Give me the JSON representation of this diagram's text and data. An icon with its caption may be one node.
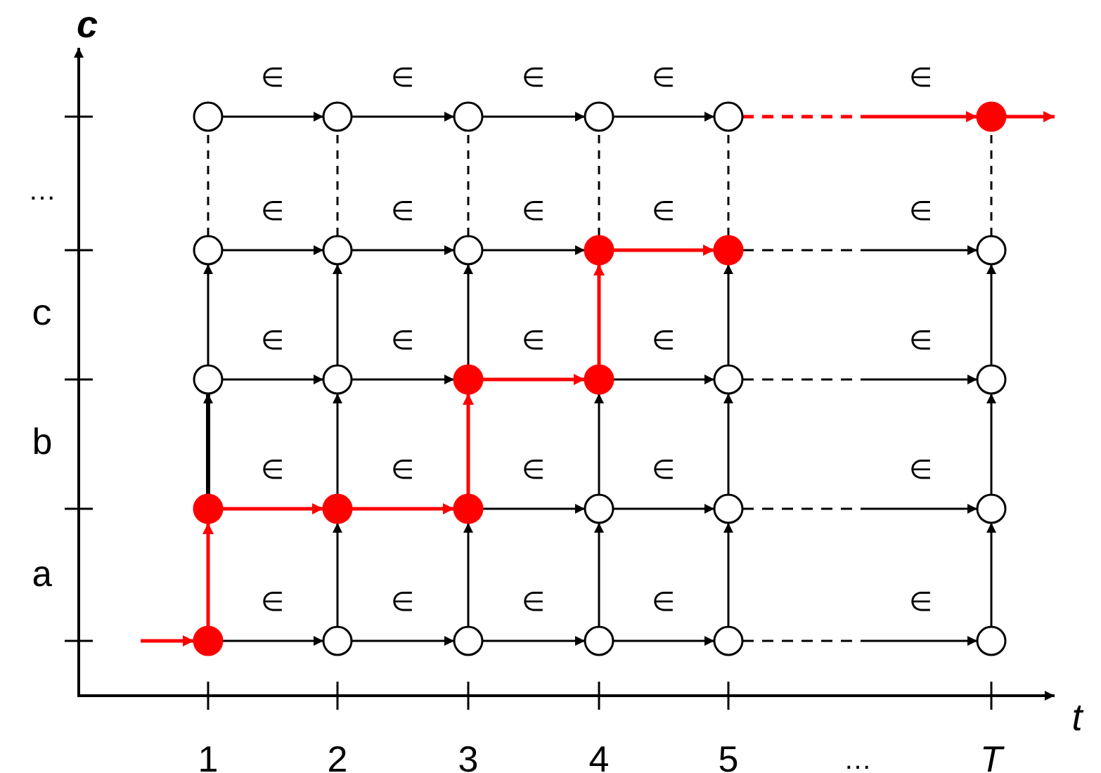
{
  "diagram": {
    "nodes": [
      {
        "text": [],
        "shape": "circle"
      },
      {
        "text": [],
        "shape": "circle"
      },
      {
        "text": [],
        "shape": "circle"
      },
      {
        "text": [],
        "shape": "circle"
      },
      {
        "text": [],
        "shape": "circle"
      },
      {
        "text": [],
        "shape": "circle"
      },
      {
        "text": [],
        "shape": "circle"
      },
      {
        "text": [],
        "shape": "circle"
      },
      {
        "text": [],
        "shape": "circle"
      },
      {
        "text": [],
        "shape": "circle"
      },
      {
        "text": [],
        "shape": "circle"
      },
      {
        "text": [],
        "shape": "circle"
      },
      {
        "text": [],
        "shape": "circle"
      },
      {
        "text": [],
        "shape": "circle"
      },
      {
        "text": [],
        "shape": "circle"
      },
      {
        "text": [],
        "shape": "circle"
      },
      {
        "text": [],
        "shape": "circle"
      },
      {
        "text": [],
        "shape": "circle"
      },
      {
        "text": [],
        "shape": "circle"
      },
      {
        "text": [],
        "shape": "circle"
      },
      {
        "text": [],
        "shape": "circle"
      },
      {
        "text": [],
        "shape": "circle"
      },
      {
        "text": [],
        "shape": "circle"
      },
      {
        "text": [],
        "shape": "circle"
      },
      {
        "text": [],
        "shape": "circle"
      },
      {
        "text": [],
        "shape": "circle"
      },
      {
        "text": [],
        "shape": "circle"
      },
      {
        "text": [],
        "shape": "circle"
      },
      {
        "text": [],
        "shape": "circle"
      },
      {
        "text": [],
        "shape": "circle"
      }
    ],
    "edges": [
      {
        "from": 0,
        "to": 1,
        "arrow": "to",
        "label": "∈"
      },
      {
        "from": 1,
        "to": 2,
        "arrow": "to",
        "label": "∈"
      },
      {
        "from": 2,
        "to": 3,
        "arrow": "to",
        "label": "∈"
      },
      {
        "from": 3,
        "to": 4,
        "arrow": "to",
        "label": "∈"
      },
      {
        "from": 4,
        "to": 5,
        "arrow": "to",
        "label": "∈",
        "style": "dashed",
        "color": "#ff0000"
      },
      {
        "from": 5,
        "to": null,
        "arrow": "to",
        "color": "#ff0000"
      },
      {
        "from": 6,
        "to": 7,
        "arrow": "to",
        "label": "∈"
      },
      {
        "from": 7,
        "to": 8,
        "arrow": "to",
        "label": "∈"
      },
      {
        "from": 8,
        "to": 9,
        "arrow": "to",
        "label": "∈"
      },
      {
        "from": 9,
        "to": 10,
        "arrow": "to",
        "label": "∈",
        "color": "#ff0000"
      },
      {
        "from": 10,
        "to": 11,
        "arrow": "to",
        "label": "∈",
        "style": "dashed"
      },
      {
        "from": 12,
        "to": 13,
        "arrow": "to",
        "label": "∈"
      },
      {
        "from": 13,
        "to": 14,
        "arrow": "to",
        "label": "∈"
      },
      {
        "from": 14,
        "to": 15,
        "arrow": "to",
        "label": "∈",
        "color": "#ff0000"
      },
      {
        "from": 15,
        "to": 16,
        "arrow": "to",
        "label": "∈"
      },
      {
        "from": 16,
        "to": 17,
        "arrow": "to",
        "label": "∈",
        "style": "dashed"
      },
      {
        "from": 18,
        "to": 19,
        "arrow": "to",
        "label": "∈",
        "color": "#ff0000"
      },
      {
        "from": 19,
        "to": 20,
        "arrow": "to",
        "label": "∈",
        "color": "#ff0000"
      },
      {
        "from": 20,
        "to": 21,
        "arrow": "to",
        "label": "∈"
      },
      {
        "from": 21,
        "to": 22,
        "arrow": "to",
        "label": "∈"
      },
      {
        "from": 22,
        "to": 23,
        "arrow": "to",
        "label": "∈",
        "style": "dashed"
      },
      {
        "from": null,
        "to": 24,
        "arrow": "to",
        "color": "#ff0000"
      },
      {
        "from": 24,
        "to": 25,
        "arrow": "to",
        "label": "∈"
      },
      {
        "from": 25,
        "to": 26,
        "arrow": "to",
        "label": "∈"
      },
      {
        "from": 26,
        "to": 27,
        "arrow": "to",
        "label": "∈"
      },
      {
        "from": 27,
        "to": 28,
        "arrow": "to",
        "label": "∈"
      },
      {
        "from": 28,
        "to": 29,
        "arrow": "to",
        "label": "∈",
        "style": "dashed"
      },
      {
        "from": 24,
        "to": 18,
        "arrow": "to",
        "color": "#ff0000"
      },
      {
        "from": 25,
        "to": 19,
        "arrow": "to"
      },
      {
        "from": 26,
        "to": 20,
        "arrow": "to"
      },
      {
        "from": 27,
        "to": 21,
        "arrow": "to"
      },
      {
        "from": 28,
        "to": 22,
        "arrow": "to"
      },
      {
        "from": 29,
        "to": 23,
        "arrow": "to"
      },
      {
        "from": 18,
        "to": 12,
        "arrow": "to",
        "style": "thick"
      },
      {
        "from": 19,
        "to": 13,
        "arrow": "to"
      },
      {
        "from": 20,
        "to": 14,
        "arrow": "to",
        "color": "#ff0000"
      },
      {
        "from": 21,
        "to": 15,
        "arrow": "to"
      },
      {
        "from": 22,
        "to": 16,
        "arrow": "to"
      },
      {
        "from": 23,
        "to": 17,
        "arrow": "to"
      },
      {
        "from": 12,
        "to": 6,
        "arrow": "to"
      },
      {
        "from": 13,
        "to": 7,
        "arrow": "to"
      },
      {
        "from": 14,
        "to": 8,
        "arrow": "to"
      },
      {
        "from": 15,
        "to": 9,
        "arrow": "to",
        "color": "#ff0000"
      },
      {
        "from": 16,
        "to": 10,
        "arrow": "to"
      },
      {
        "from": 17,
        "to": 11,
        "arrow": "to"
      },
      {
        "from": 6,
        "to": 0,
        "arrow": "none",
        "style": "dashed"
      },
      {
        "from": 7,
        "to": 1,
        "arrow": "none",
        "style": "dashed"
      },
      {
        "from": 8,
        "to": 2,
        "arrow": "none",
        "style": "dashed"
      },
      {
        "from": 9,
        "to": 3,
        "arrow": "none",
        "style": "dashed"
      },
      {
        "from": 10,
        "to": 4,
        "arrow": "none",
        "style": "dashed"
      },
      {
        "from": 11,
        "to": 5,
        "arrow": "none",
        "style": "dashed"
      }
    ],
    "labels": [
      "c",
      "…",
      "c",
      "b",
      "a",
      "t",
      "1",
      "2",
      "3",
      "4",
      "5",
      "…",
      "T"
    ]
  }
}
